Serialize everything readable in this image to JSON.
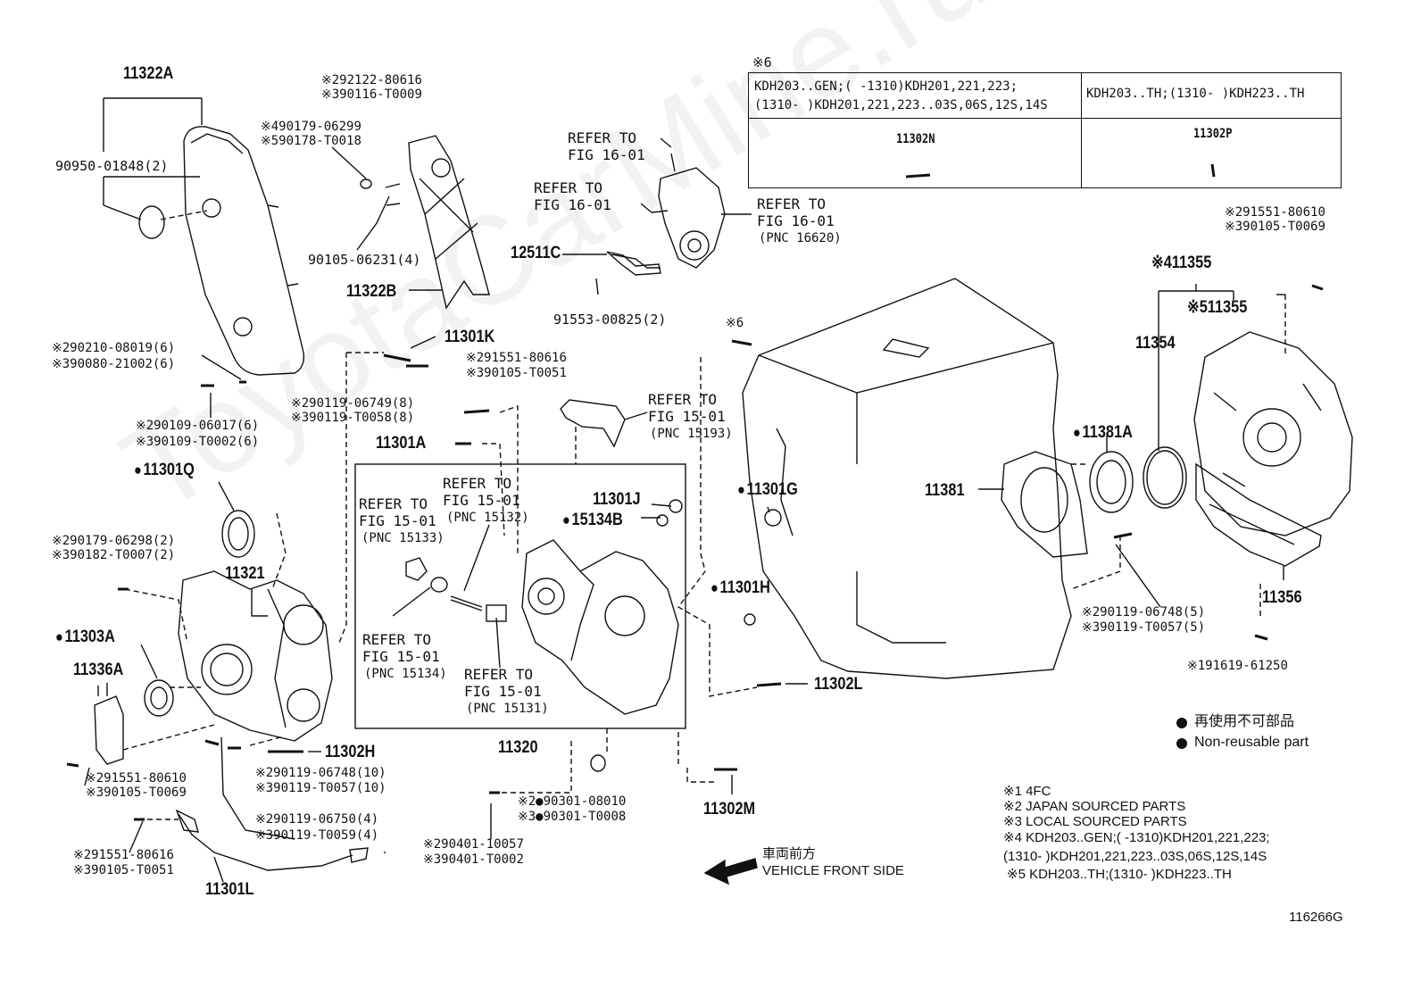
{
  "watermark": "ToyotaCarMine.ru",
  "table6": {
    "marker": "※6",
    "col1_line1": "KDH203..GEN;(      -1310)KDH201,221,223;",
    "col1_line2": "(1310-      )KDH201,221,223..03S,06S,12S,14S",
    "col2_line1": "KDH203..TH;(1310-      )KDH223..TH",
    "col1_part": "11302N",
    "col2_part": "11302P"
  },
  "parts": {
    "p11322A": "11322A",
    "p90950": "90950-01848(2)",
    "p11322B": "11322B",
    "p90105_06231": "90105-06231(4)",
    "p292122": "※292122-80616",
    "p390116": "※390116-T0009",
    "p490179": "※490179-06299",
    "p590178": "※590178-T0018",
    "refer_16_a1": "REFER TO",
    "refer_16_a2": "FIG 16-01",
    "refer_16_b1": "REFER TO",
    "refer_16_b2": "FIG 16-01",
    "refer_16_c1": "REFER TO",
    "refer_16_c2": "FIG 16-01",
    "refer_16_c3": "(PNC 16620)",
    "p12511C": "12511C",
    "p91553": "91553-00825(2)",
    "p11301K": "11301K",
    "p291551_k": "※291551-80616",
    "p390105_k": "※390105-T0051",
    "p290210": "※290210-08019(6)",
    "p390080": "※390080-21002(6)",
    "p290109": "※290109-06017(6)",
    "p390109": "※390109-T0002(6)",
    "p290119_8": "※290119-06749(8)",
    "p390119_8": "※390119-T0058(8)",
    "p11301A": "11301A",
    "refer_15_a1": "REFER TO",
    "refer_15_a2": "FIG 15-01",
    "refer_15_a3": "(PNC 15193)",
    "p11301Q": "11301Q",
    "p290179": "※290179-06298(2)",
    "p390182": "※390182-T0007(2)",
    "p11321": "11321",
    "p11303A": "11303A",
    "p11336A": "11336A",
    "refer_15133_1": "REFER TO",
    "refer_15133_2": "FIG 15-01",
    "refer_15133_3": "(PNC 15133)",
    "refer_15132_1": "REFER TO",
    "refer_15132_2": "FIG 15-01",
    "refer_15132_3": "(PNC 15132)",
    "refer_15134_1": "REFER TO",
    "refer_15134_2": "FIG 15-01",
    "refer_15134_3": "(PNC 15134)",
    "refer_15131_1": "REFER TO",
    "refer_15131_2": "FIG 15-01",
    "refer_15131_3": "(PNC 15131)",
    "p11301J": "11301J",
    "p15134B": "15134B",
    "p11320": "11320",
    "p11302H": "11302H",
    "p291551_l": "※291551-80610",
    "p390105_l": "※390105-T0069",
    "p290119_10": "※290119-06748(10)",
    "p390119_10": "※390119-T0057(10)",
    "p290119_4": "※290119-06750(4)",
    "p390119_4": "※390119-T0059(4)",
    "p291551_b": "※291551-80616",
    "p390105_b": "※390105-T0051",
    "p11301L": "11301L",
    "p290301": "※2●90301-08010",
    "p390301": "※3●90301-T0008",
    "p290401": "※290401-10057",
    "p390401": "※390401-T0002",
    "p11302M": "11302M",
    "p11302L": "11302L",
    "p11301G": "11301G",
    "p11301H": "11301H",
    "p11381": "11381",
    "p11381A": "11381A",
    "p6": "※6",
    "p411355": "※411355",
    "p511355": "※511355",
    "p11354": "11354",
    "p291551_r": "※291551-80610",
    "p390105_r": "※390105-T0069",
    "p11356": "11356",
    "p290119_5": "※290119-06748(5)",
    "p390119_5": "※390119-T0057(5)",
    "p91619": "※191619-61250"
  },
  "legend": {
    "non_reusable_jp": "再使用不可部品",
    "non_reusable_en": "Non-reusable part"
  },
  "notes": {
    "n1": "※1 4FC",
    "n2": "※2 JAPAN SOURCED PARTS",
    "n3": "※3 LOCAL SOURCED PARTS",
    "n4a": "※4 KDH203..GEN;(      -1310)KDH201,221,223;",
    "n4b": "(1310-      )KDH201,221,223..03S,06S,12S,14S",
    "n5": "※5 KDH203..TH;(1310-      )KDH223..TH"
  },
  "direction": {
    "jp": "車両前方",
    "en": "VEHICLE FRONT SIDE"
  },
  "diagram_id": "116266G"
}
